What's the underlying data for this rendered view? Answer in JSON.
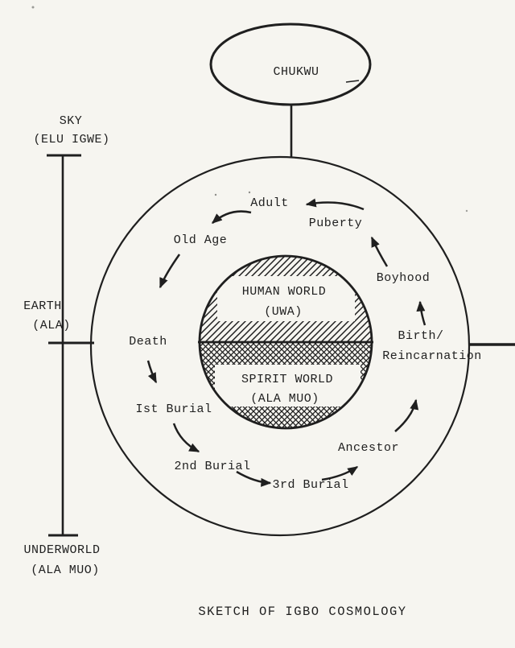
{
  "title_caption": "SKETCH OF IGBO COSMOLOGY",
  "supreme_being": "CHUKWU",
  "axis": {
    "sky": [
      "SKY",
      "(ELU IGWE)"
    ],
    "earth": [
      "EARTH",
      "(ALA)"
    ],
    "underworld": [
      "UNDERWORLD",
      "(ALA MUO)"
    ]
  },
  "worlds": {
    "human": [
      "HUMAN WORLD",
      "(UWA)"
    ],
    "spirit": [
      "SPIRIT WORLD",
      "(ALA MUO)"
    ]
  },
  "cycle": {
    "adult": "Adult",
    "puberty": "Puberty",
    "boyhood": "Boyhood",
    "birth": [
      "Birth/",
      "Reincarnation"
    ],
    "ancestor": "Ancestor",
    "third_burial": "3rd Burial",
    "second_burial": "2nd Burial",
    "first_burial": "Ist Burial",
    "death": "Death",
    "old_age": "Old Age"
  },
  "colors": {
    "ink": "#1f1f1f",
    "paper": "#f6f5f0"
  }
}
